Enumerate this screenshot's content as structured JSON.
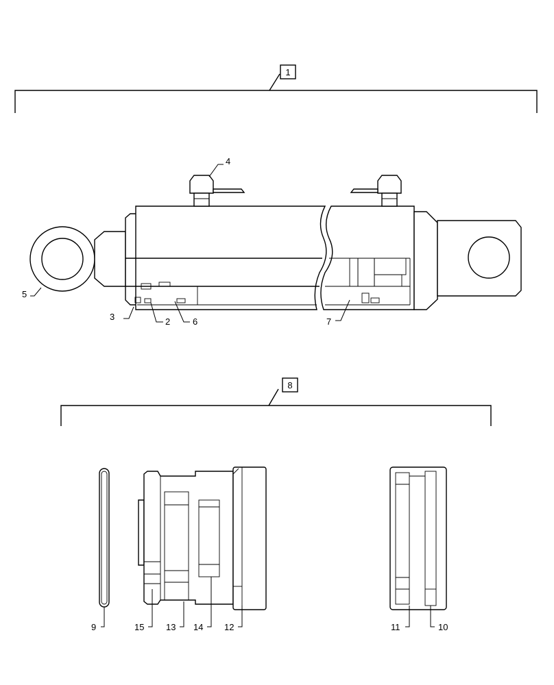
{
  "assemblies": [
    {
      "id": "assembly-1",
      "label": "1"
    },
    {
      "id": "assembly-8",
      "label": "8"
    }
  ],
  "callouts": [
    {
      "id": "c2",
      "label": "2"
    },
    {
      "id": "c3",
      "label": "3"
    },
    {
      "id": "c4",
      "label": "4"
    },
    {
      "id": "c5",
      "label": "5"
    },
    {
      "id": "c6",
      "label": "6"
    },
    {
      "id": "c7",
      "label": "7"
    },
    {
      "id": "c9",
      "label": "9"
    },
    {
      "id": "c10",
      "label": "10"
    },
    {
      "id": "c11",
      "label": "11"
    },
    {
      "id": "c12",
      "label": "12"
    },
    {
      "id": "c13",
      "label": "13"
    },
    {
      "id": "c14",
      "label": "14"
    },
    {
      "id": "c15",
      "label": "15"
    }
  ]
}
